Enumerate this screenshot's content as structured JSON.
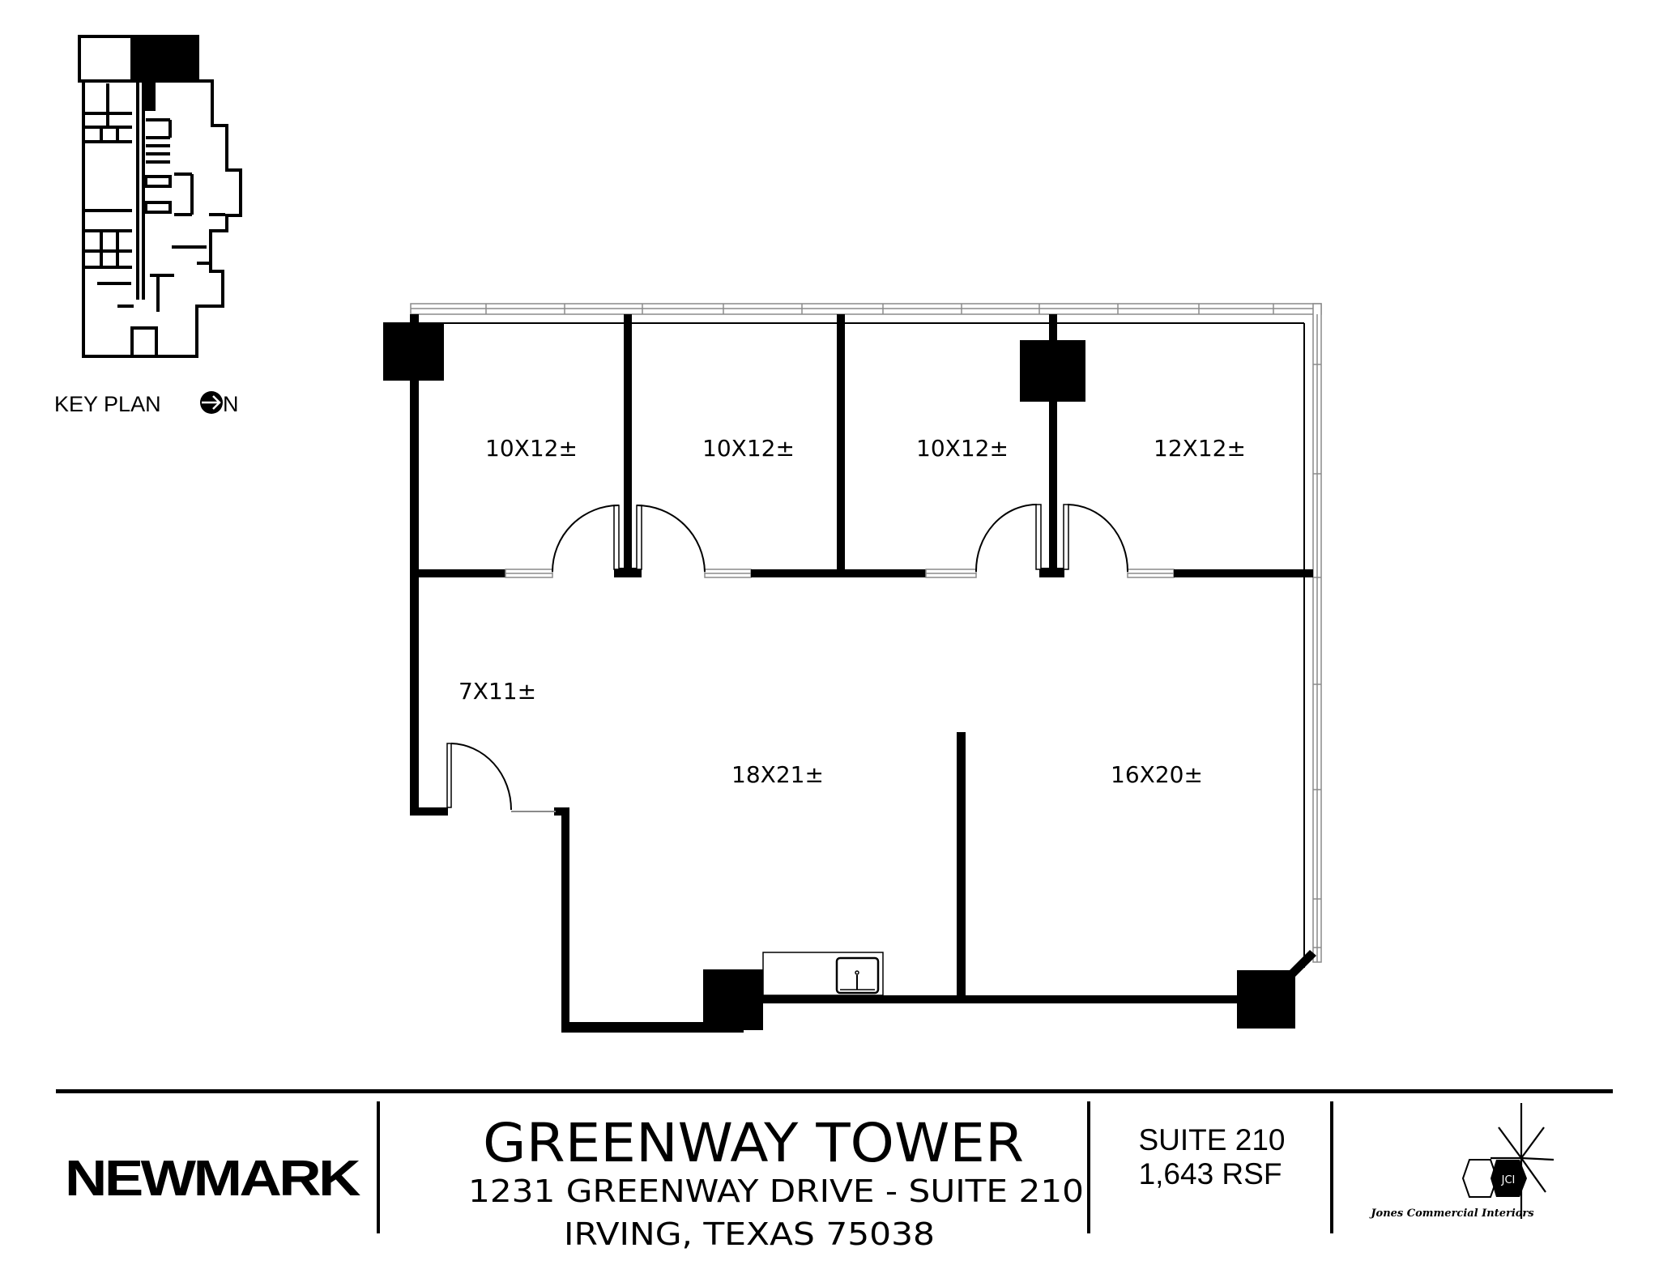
{
  "key_plan": {
    "label": "KEY PLAN",
    "north_label": "N",
    "north_icon": "north-arrow-icon"
  },
  "rooms": [
    {
      "id": "office-1",
      "label": "10X12±"
    },
    {
      "id": "office-2",
      "label": "10X12±"
    },
    {
      "id": "office-3",
      "label": "10X12±"
    },
    {
      "id": "office-4",
      "label": "12X12±"
    },
    {
      "id": "reception",
      "label": "7X11±"
    },
    {
      "id": "open-area",
      "label": "18X21±"
    },
    {
      "id": "conference",
      "label": "16X20±"
    }
  ],
  "title_block": {
    "brand": "NEWMARK",
    "building_name": "GREENWAY TOWER",
    "address_line": "1231 GREENWAY DRIVE - SUITE 210",
    "city_line": "IRVING, TEXAS 75038",
    "suite": "SUITE 210",
    "area": "1,643 RSF",
    "designer_monogram": "JCI",
    "designer_name": "Jones Commercial Interiors"
  },
  "colors": {
    "ink": "#000000",
    "glazing": "#8a8a8a",
    "paper": "#ffffff"
  }
}
